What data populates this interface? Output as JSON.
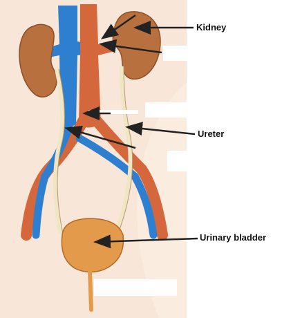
{
  "labels": {
    "kidney": "Kidney",
    "ureter": "Ureter",
    "urinary_bladder": "Urinary bladder"
  },
  "colors": {
    "kidney": "#b8703f",
    "artery": "#d4683c",
    "vein": "#2f7fd0",
    "ureter": "#efe6c4",
    "bladder": "#e39a4a",
    "skin": "#fbece0",
    "arrow": "#222222"
  }
}
